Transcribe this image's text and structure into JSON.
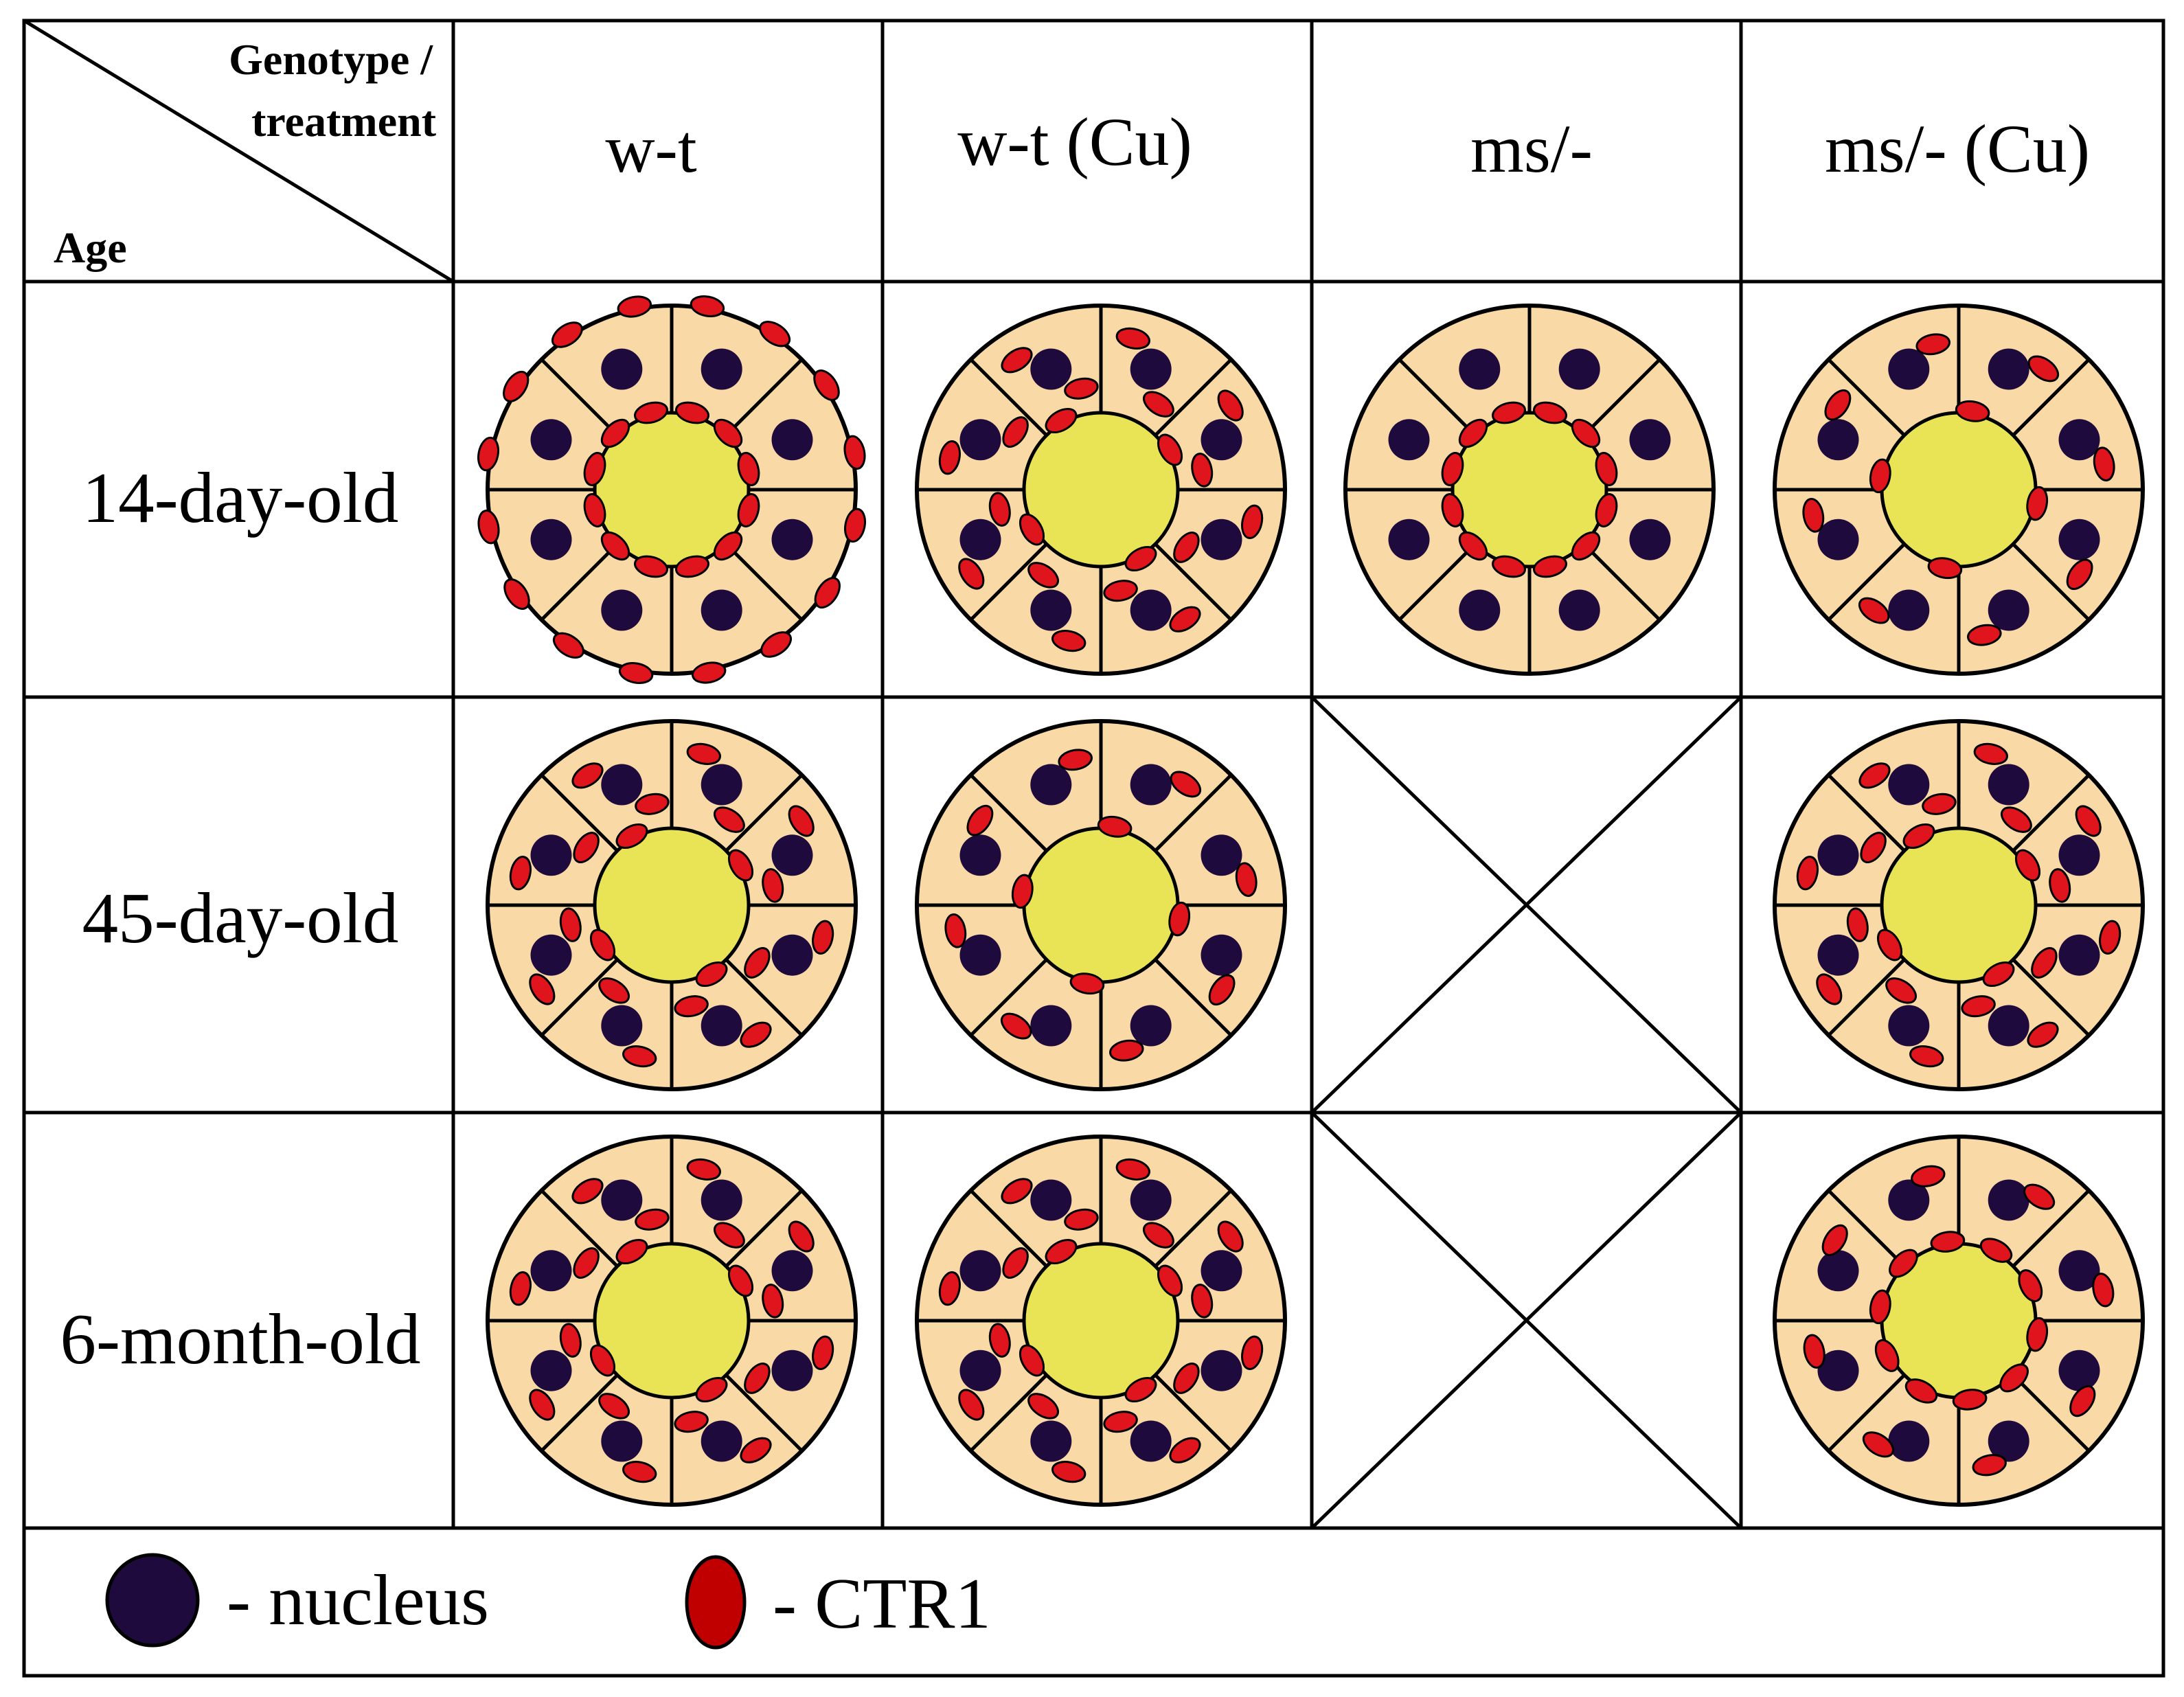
{
  "header": {
    "corner_top": "Genotype /",
    "corner_top2": "treatment",
    "corner_bottom": "Age"
  },
  "columns": [
    {
      "label": "w-t"
    },
    {
      "label": "w-t (Cu)"
    },
    {
      "label": "ms/-"
    },
    {
      "label": "ms/- (Cu)"
    }
  ],
  "rows": [
    {
      "label": "14-day-old"
    },
    {
      "label": "45-day-old"
    },
    {
      "label": "6-month-old"
    }
  ],
  "cells": [
    [
      "membrane",
      "cytoplasm",
      "apical",
      "sparse"
    ],
    [
      "cytoplasm",
      "sparse",
      "none",
      "cytoplasm"
    ],
    [
      "cytoplasm",
      "cytoplasm",
      "none",
      "apical-cyto"
    ]
  ],
  "legend": {
    "nucleus_label": "- nucleus",
    "ctr1_label": "- CTR1"
  },
  "colors": {
    "cell_fill": "#f9d9a6",
    "lumen_fill": "#e8e455",
    "nucleus_fill": "#1e0a3c",
    "ctr1_fill": "#e0141c",
    "ctr1_legend_fill": "#c00000",
    "line": "#000000"
  }
}
